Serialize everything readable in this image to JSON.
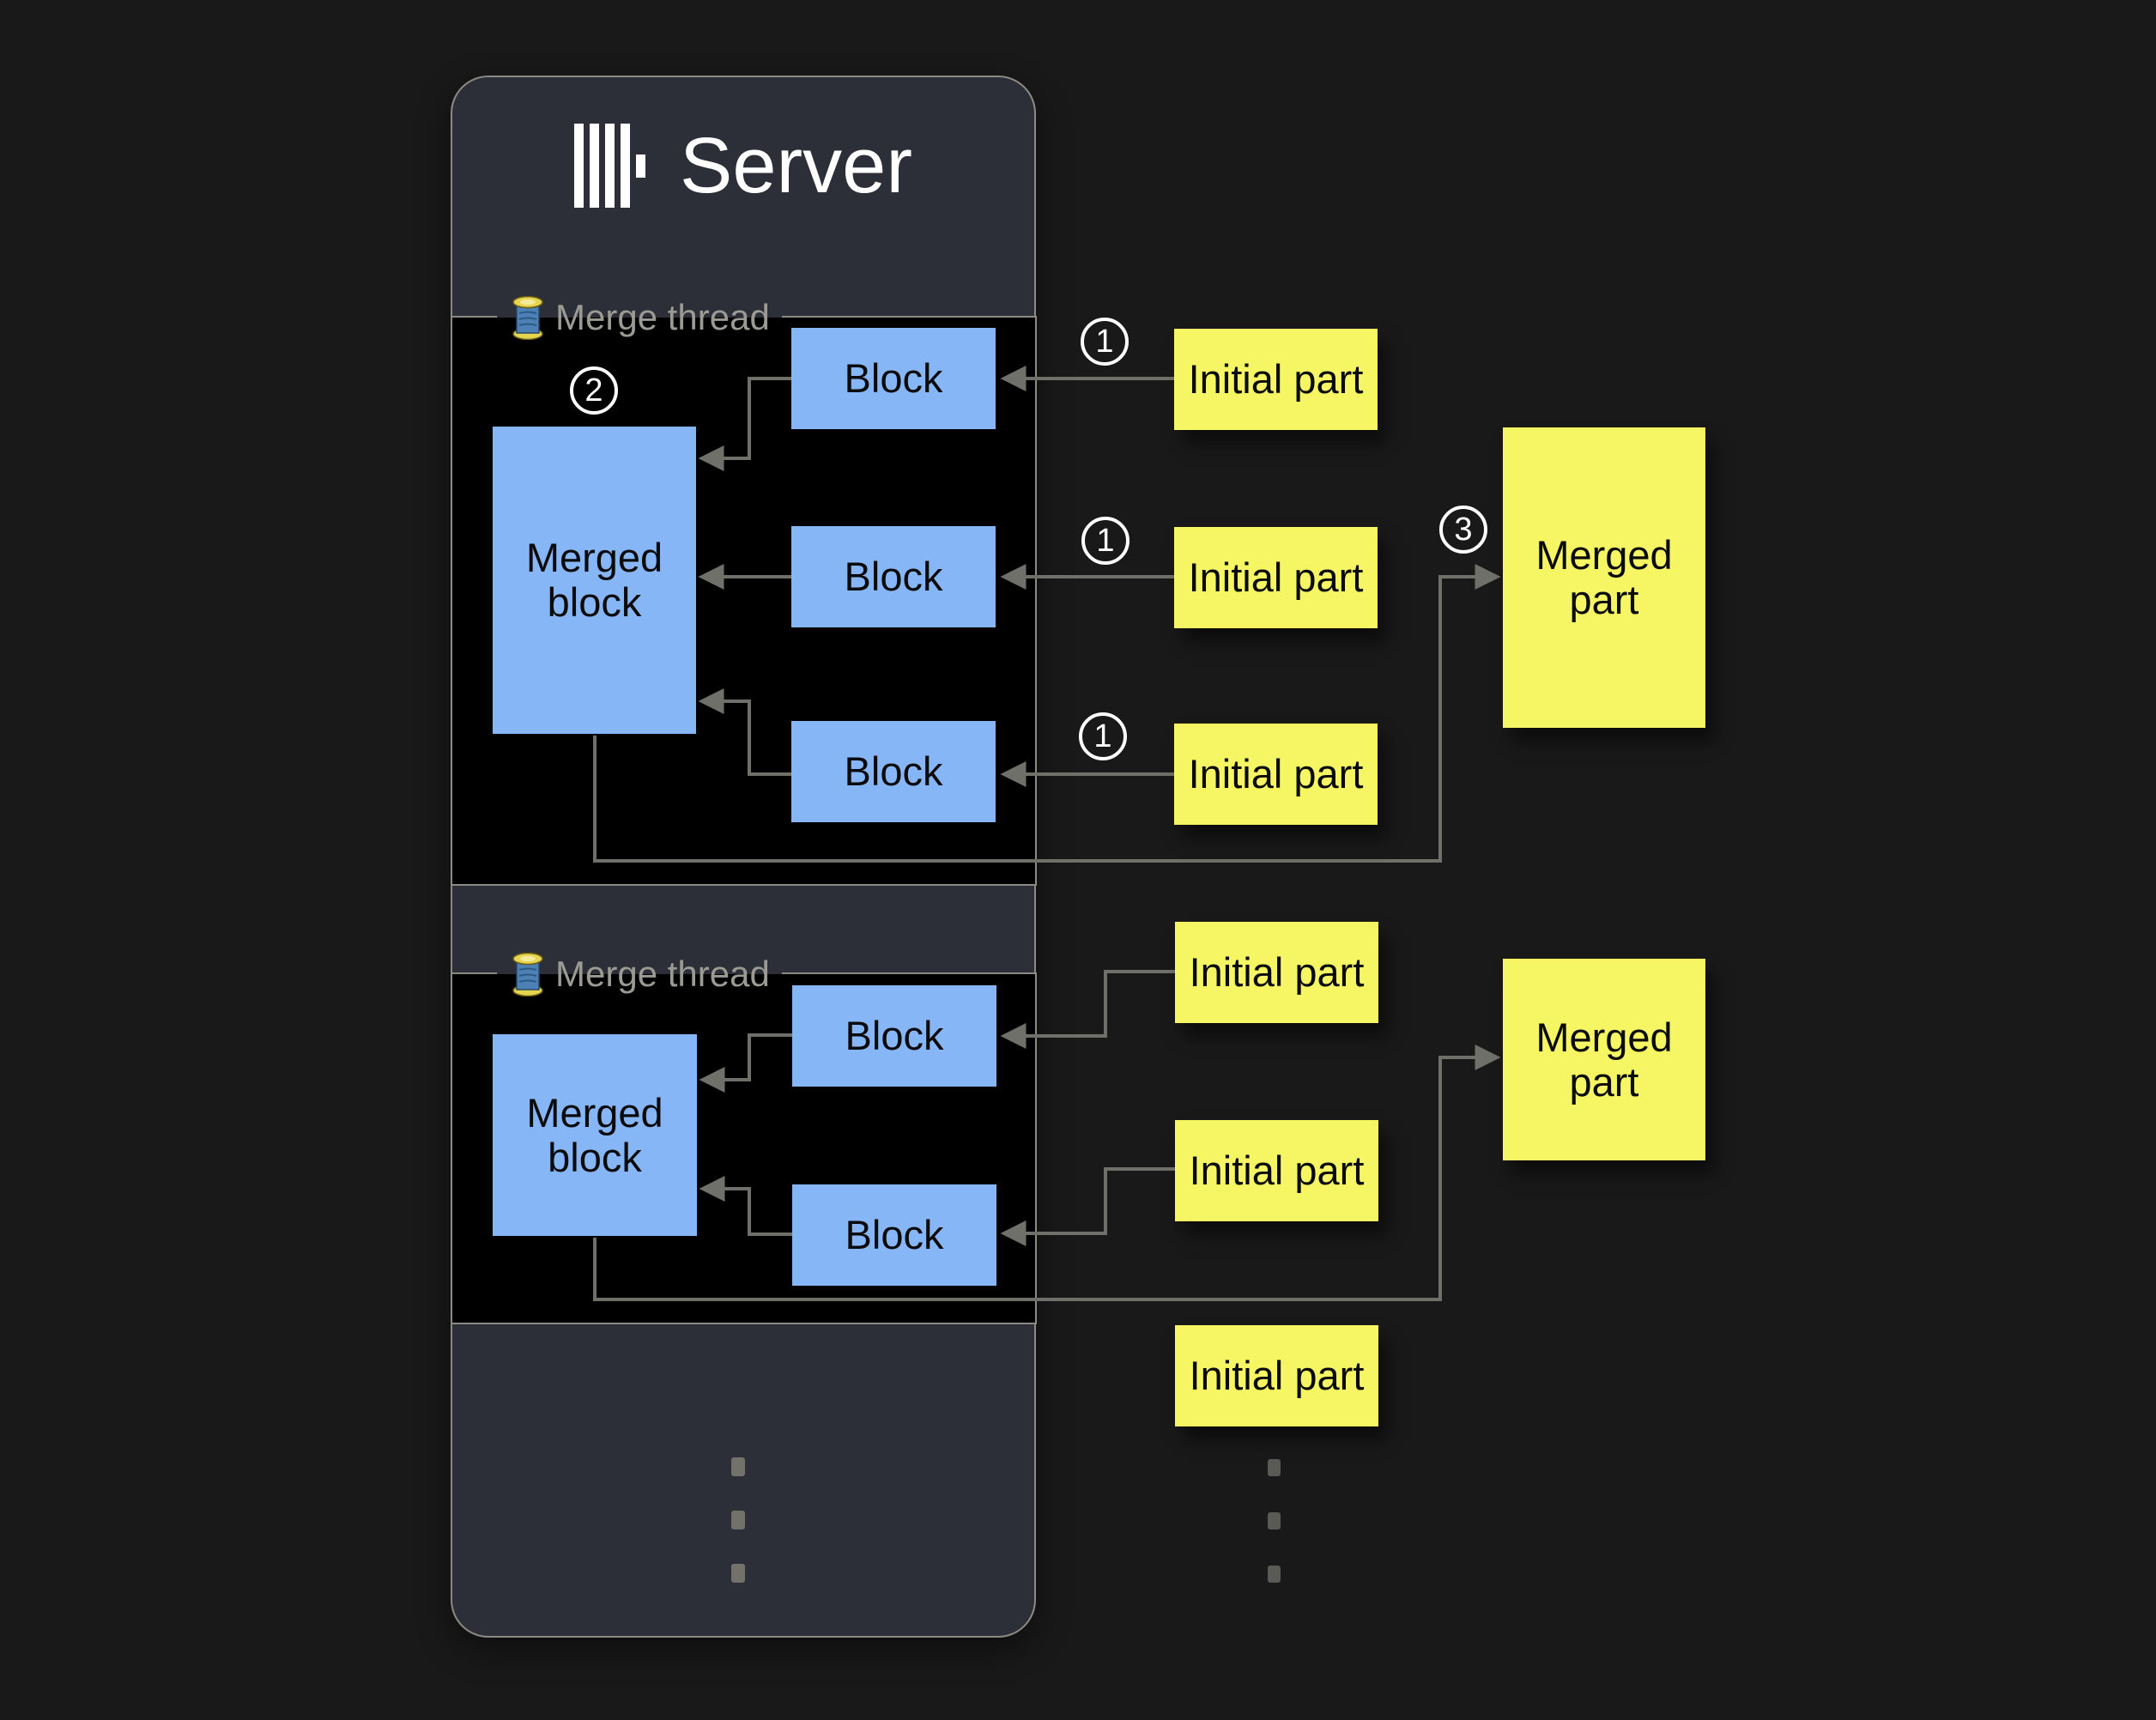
{
  "server": {
    "title": "Server"
  },
  "thread1": {
    "label": "Merge thread",
    "badge": "2",
    "merged_block": "Merged block",
    "blocks": [
      "Block",
      "Block",
      "Block"
    ],
    "initial_badges": [
      "1",
      "1",
      "1"
    ],
    "initial_parts": [
      "Initial part",
      "Initial part",
      "Initial part"
    ],
    "merged_part_badge": "3",
    "merged_part": "Merged part"
  },
  "thread2": {
    "label": "Merge thread",
    "merged_block": "Merged block",
    "blocks": [
      "Block",
      "Block"
    ],
    "initial_parts": [
      "Initial part",
      "Initial part",
      "Initial part"
    ],
    "merged_part": "Merged part"
  },
  "colors": {
    "background": "#191919",
    "server_panel": "#2c2f37",
    "panel_border": "#8b8b83",
    "thread_box": "#000000",
    "block_fill": "#87b6f6",
    "part_fill": "#f6f664",
    "arrow": "#70706a",
    "thread_label_text": "#9b9b94",
    "badge_text": "#ffffff"
  }
}
